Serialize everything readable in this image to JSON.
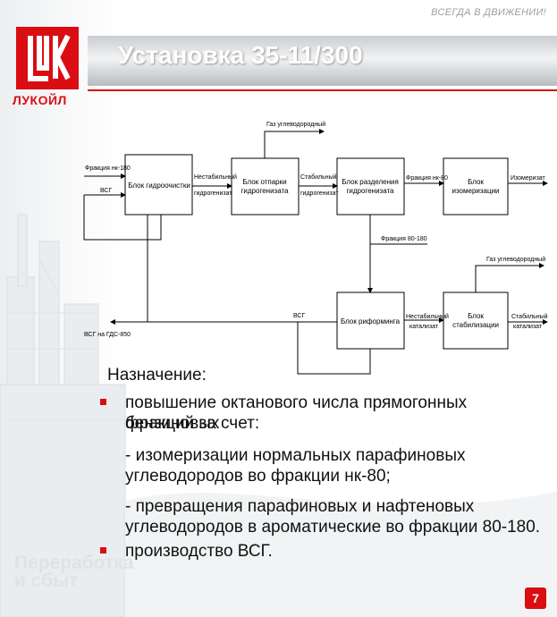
{
  "tagline": "ВСЕГДА В ДВИЖЕНИИ!",
  "logo": {
    "text": "ЛУКОЙЛ"
  },
  "title": "Установка 35-11/300",
  "diagram": {
    "blocks": {
      "hydrotreating": [
        "Блок гидроочистки"
      ],
      "stripping": [
        "Блок отпарки",
        "гидрогенизата"
      ],
      "separation": [
        "Блок разделения",
        "гидрогенизата"
      ],
      "isomerization": [
        "Блок",
        "изомеризации"
      ],
      "reforming": [
        "Блок риформинга"
      ],
      "stabilization": [
        "Блок",
        "стабилизации"
      ]
    },
    "labels": {
      "fraction_nk180": "Фракция нк-180",
      "vsg_in": "ВСГ",
      "unstable_hydro": [
        "Нестабильный",
        "гидрогенизат"
      ],
      "gas_top": "Газ углеводородный",
      "stable_hydro": [
        "Стабильный",
        "гидрогенизат"
      ],
      "fraction_nk80": "Фракция нк-80",
      "isomerizate": "Изомеризат",
      "fraction_80_180": "Фракция 80-180",
      "gas_right": "Газ углеводородный",
      "vsg_out": "ВСГ на ГДС-850",
      "vsg_mid": "ВСГ",
      "unstable_cat": [
        "Нестабильный",
        "катализат"
      ],
      "stable_cat": [
        "Стабильный",
        "катализат"
      ]
    }
  },
  "body": {
    "heading": "Назначение:",
    "bullet1": [
      "повышение октанового числа прямогонных бензиновых",
      "фракций за счет:"
    ],
    "sub1": [
      "- изомеризации нормальных парафиновых",
      "углеводородов во фракции нк-80;"
    ],
    "sub2": [
      "- превращения парафиновых и нафтеновых",
      "углеводородов в ароматические во фракции 80-180."
    ],
    "bullet2": "производство ВСГ."
  },
  "footer": {
    "line1": "Переработка",
    "line2": "и сбыт"
  },
  "page_number": "7",
  "colors": {
    "brand_red": "#d90d12",
    "footer_text": "#dfe3e6",
    "tagline": "#9aa0a6"
  }
}
